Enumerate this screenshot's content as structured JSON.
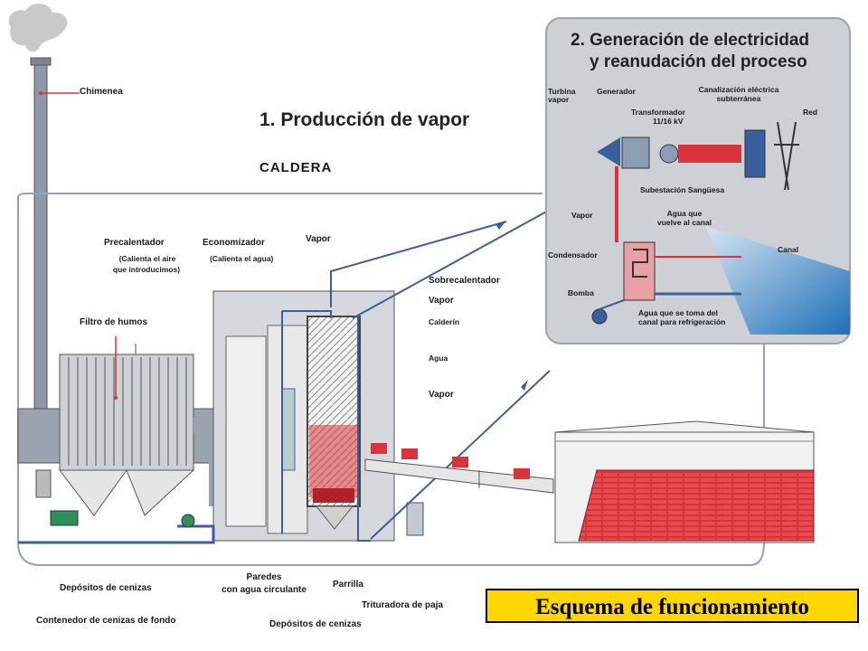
{
  "caption": "Esquema de funcionamiento",
  "section1": {
    "title": "1. Producción de vapor",
    "caldera": "CALDERA",
    "labels": {
      "chimenea": "Chimenea",
      "precalentador": "Precalentador",
      "precalentador_note1": "(Calienta el aire",
      "precalentador_note2": "que introducimos)",
      "economizador": "Economizador",
      "economizador_note": "(Calienta el agua)",
      "vapor_top": "Vapor",
      "filtro": "Filtro de humos",
      "sobrecalentador": "Sobrecalentador",
      "vapor_mid": "Vapor",
      "calderin": "Calderín",
      "agua": "Agua",
      "vapor_low": "Vapor",
      "depositos1": "Depósitos de cenizas",
      "paredes1": "Paredes",
      "paredes2": "con agua circulante",
      "parrilla": "Parrilla",
      "trituradora": "Trituradora de paja",
      "contenedor": "Contenedor de cenizas de fondo",
      "depositos2": "Depósitos de cenizas"
    }
  },
  "section2": {
    "title_line1": "2. Generación de electricidad",
    "title_line2": "y reanudación del proceso",
    "labels": {
      "turbina1": "Turbina",
      "turbina2": "vapor",
      "generador": "Generador",
      "canalizacion1": "Canalización eléctrica",
      "canalizacion2": "subterránea",
      "transformador1": "Transformador",
      "transformador2": "11/16 kV",
      "red": "Red",
      "subestacion": "Subestación Sangüesa",
      "vapor": "Vapor",
      "agua_vuelve1": "Agua que",
      "agua_vuelve2": "vuelve al canal",
      "condensador": "Condensador",
      "canal": "Canal",
      "bomba": "Bomba",
      "agua_toma1": "Agua que se toma del",
      "agua_toma2": "canal para refrigeración"
    }
  },
  "colors": {
    "steam_line": "#3a5f9e",
    "hot_red": "#d9343b",
    "panel_grey": "#cdd0d4",
    "canal_blue": "#1f6fb8",
    "caption_bg": "#ffd600"
  }
}
